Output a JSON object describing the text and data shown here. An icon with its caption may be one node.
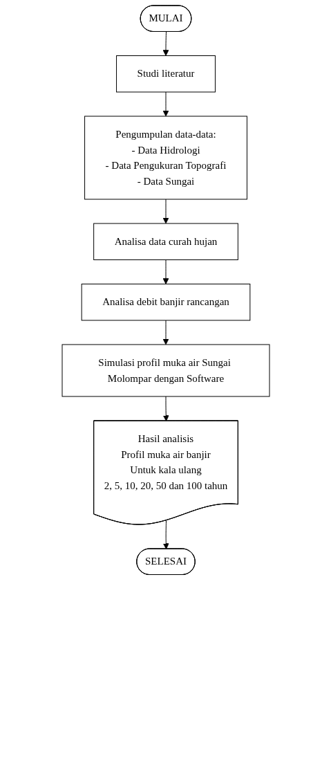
{
  "diagram": {
    "nodes": [
      {
        "text": [
          "MULAI"
        ]
      },
      {
        "text": [
          "Studi literatur"
        ]
      },
      {
        "text": [
          "Pengumpulan data-data:",
          "- Data Hidrologi",
          "- Data Pengukuran Topografi",
          "- Data Sungai"
        ]
      },
      {
        "text": [
          "Analisa data curah hujan"
        ]
      },
      {
        "text": [
          "Analisa debit banjir rancangan"
        ]
      },
      {
        "text": [
          "Simulasi profil muka air Sungai Molompar dengan Software"
        ]
      },
      {
        "text": [
          "Hasil analisis",
          "Profil muka air banjir",
          "Untuk kala ulang",
          "2, 5, 10, 20, 50 dan 100 tahun"
        ]
      },
      {
        "text": [
          "SELESAI"
        ]
      }
    ],
    "edges": [
      {
        "from": 0,
        "to": 1,
        "arrow": "to"
      },
      {
        "from": 1,
        "to": 2,
        "arrow": "to"
      },
      {
        "from": 2,
        "to": 3,
        "arrow": "to"
      },
      {
        "from": 3,
        "to": 4,
        "arrow": "to"
      },
      {
        "from": 4,
        "to": 5,
        "arrow": "to"
      },
      {
        "from": 5,
        "to": 6,
        "arrow": "to"
      },
      {
        "from": 6,
        "to": 7,
        "arrow": "to"
      }
    ]
  }
}
